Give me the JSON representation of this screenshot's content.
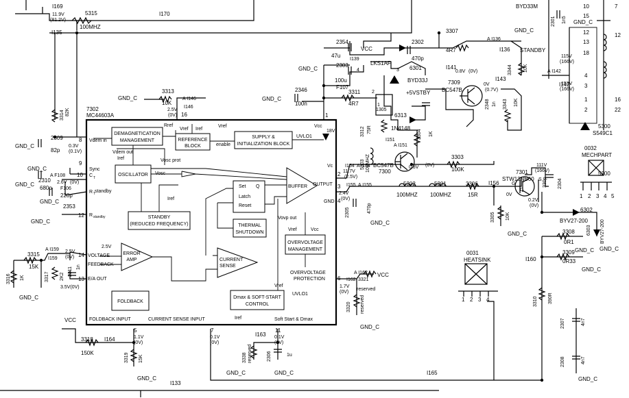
{
  "chip": {
    "ref": "7302",
    "part": "MC44603A",
    "pins": {
      "p1": "1",
      "p2": "2",
      "p3": "3",
      "p4": "4",
      "p5": "5",
      "p6": "6",
      "p7": "7",
      "p8": "8",
      "p9": "9",
      "p10": "10",
      "p11": "11",
      "p12": "12",
      "p13": "13",
      "p14": "14",
      "p16": "16"
    },
    "pin_labels": {
      "rref": "Rref",
      "vdem_in": "Vdem in",
      "sync": "Sync",
      "ct": "C",
      "ct_sub": "T",
      "rt": "R",
      "rt_sub": "T",
      "standby_in": "standby",
      "r_standby": "R",
      "r_standby_sub": "standby",
      "voltage_fb1": "VOLTAGE",
      "voltage_fb2": "FEEDBACK",
      "ea_out": "E/A OUT",
      "fb_input": "FOLDBACK INPUT",
      "cs_input": "CURRENT SENSE INPUT",
      "vcc": "Vcc",
      "vc": "Vc",
      "output": "OUTPUT",
      "gnd": "GND",
      "softstart": "Soft Start & Dmax",
      "v18": "18V"
    },
    "blocks": {
      "demag": [
        "DEMAGNETICATION",
        "MANAGEMENT"
      ],
      "ref": [
        "REFERENCE",
        "BLOCK"
      ],
      "supply": [
        "SUPPLY &",
        "INITIALIZATION BLOCK"
      ],
      "osc": "OSCILLATOR",
      "buffer": "BUFFER",
      "standby": [
        "STANDBY",
        "(REDUCED FREQUENCY)"
      ],
      "latch": [
        "Set",
        "Latch",
        "Reset"
      ],
      "thermal": [
        "THERMAL",
        "SHUTDOWN"
      ],
      "erramp": [
        "ERROR",
        "AMP"
      ],
      "cursense": [
        "CURRENT",
        "SENSE"
      ],
      "ovm": [
        "OVERVOLTAGE",
        "MANAGEMENT"
      ],
      "ovp": [
        "OVERVOLTAGE",
        "PROTECTION"
      ],
      "foldback": "FOLDBACK",
      "dmax": [
        "Dmax & SOFT-START",
        "CONTROL"
      ]
    },
    "internal": {
      "vref": "Vref",
      "iref": "Iref",
      "enable": "enable",
      "uvlo1": "UVLO1",
      "vdem_out": "Vdem out",
      "vosc_prot": "Vosc prot",
      "vosc": "Vosc",
      "v25": "2.5V",
      "vovp_out": "Vovp out",
      "vcc": "Vcc",
      "q": "Q",
      "s": "S"
    }
  },
  "labels": {
    "t169": "I169",
    "t170": "I170",
    "t135": "I135",
    "t136": "I136",
    "t139": "I139",
    "t141": "I141",
    "t142": "I142",
    "t143": "I143",
    "t146": "I146",
    "t151": "I151",
    "t154": "I154",
    "t155": "I155",
    "t156": "I156",
    "t159": "I159",
    "t160": "I160",
    "t162": "I162",
    "t163": "I163",
    "t164": "I164",
    "t165": "I165",
    "t133": "I133",
    "a146": "A I146",
    "a136": "A I136",
    "a142": "A I142",
    "a151": "A I151",
    "a154": "A I154",
    "a155": "A I155",
    "a159": "A I159",
    "a162": "A I162",
    "af108": "A F108",
    "f106": "F106",
    "f107": "F107",
    "c2309": "2309",
    "c2309v": "82p",
    "c2310": "2310",
    "c2310v": "680p",
    "c2353": "2353",
    "c2353v": "220p",
    "r3313": "3313",
    "r3313v": "10K",
    "r3314": "3314",
    "r3314v": "82K",
    "r5315": "5315",
    "r5315v": "100MHZ",
    "c2354": "2354",
    "c2354v": "47u",
    "c2303": "2303",
    "c2303v": "100u",
    "c2346": "2346",
    "c2346v": "100n",
    "r3311": "3311",
    "r3311v": "4R7",
    "r3307": "3307",
    "r3307v": "4R7",
    "c2302": "2302",
    "c2302v": "470p",
    "d6301": "6301",
    "d6301p": "BYD33J",
    "d6313": "6313",
    "d6313p": "1N4148",
    "lks1af": "LKS1AF",
    "relay1305": "1305",
    "r3312": "3312",
    "r3312v": "75R",
    "r5303": "5303",
    "r5303v": "100MHZ",
    "r3304": "3304",
    "r3304v": "1K",
    "r3303": "3303",
    "r3303v": "100K",
    "t7300": "7300",
    "t7300p": "BC547B",
    "t7309": "7309",
    "t7309p": "BC547B",
    "r3344": "3344",
    "r3344v": "10K",
    "r3343": "3343",
    "r3343v": "10K",
    "c2348": "2348",
    "c2348v": "1n",
    "l5302": "5302",
    "l5302v": "100MHZ",
    "l5301": "5301",
    "l5301v": "100MHZ",
    "r3306": "3306",
    "r3306v": "15R",
    "c2305": "2305",
    "c2305v": "470p",
    "r3305": "3305",
    "r3305v": "10K",
    "t7301": "7301",
    "t7301p": "STW13NB60",
    "c2304": "2304",
    "c2304v": "330p",
    "d6302": "6302",
    "d6302p": "BYV27-200",
    "d6303": "6303",
    "d6303p": "BYV27-200",
    "r3308": "3308",
    "r3308v": "0R1",
    "r3309": "3309",
    "r3309v": "0R33",
    "r3310": "3310",
    "r3310v": "390R",
    "c2307": "2307",
    "c2307v": "4n7",
    "c2308": "2308",
    "c2308v": "4n7",
    "mech": "0032",
    "mechp": "MECHPART",
    "heat": "0031",
    "heatp": "HEATSINK",
    "r3315": "3315",
    "r3315v": "15K",
    "r3316": "3316",
    "r3316v": "1K",
    "r3317": "3317",
    "r3317v": "2K2",
    "c2311": "2311",
    "c2311v": "1n",
    "r3320": "3320",
    "r3320v": "reserved",
    "r3321": "3321",
    "r3321v": "reserved",
    "r3318": "3318",
    "r3318v": "150K",
    "r3319": "3319",
    "r3319v": "15K",
    "r3338": "3338",
    "r3338v": "reserved",
    "c2306": "2306",
    "c2306v": "1u",
    "c2301": "2301",
    "c2301v": "1n5",
    "byd33m": "BYD33M",
    "t5300": "5300",
    "t5300p": "S549C1",
    "standby": "STANDBY",
    "v5stby": "+5VSTBY",
    "vcc": "VCC",
    "gnd": "GND_C"
  },
  "voltages": {
    "v119": "11.9V",
    "v812": "(81.2V)",
    "v25a": "2.5V",
    "v0a": "(0V)",
    "v03": "0.3V",
    "v01": "(0.1V)",
    "v26": "2.6V",
    "v0b": "(0V)",
    "v117": "11.7V",
    "v25b": "(2.5V)",
    "v24": "2.4V",
    "v0c": "(0V)",
    "v08": "0.8V",
    "v0d": "(0V)",
    "v08b": "0.8V",
    "v0e": "(0V)",
    "v0f": "0V",
    "v07": "(0.7V)",
    "v111": "111V",
    "v166a": "(166V)",
    "v115": "115V",
    "v166b": "(166V)",
    "v153": "153V",
    "v166c": "(166V)",
    "v0g": "0V",
    "v02": "0.2V",
    "v0h": "(0V)",
    "v25c": "2.5V",
    "v0i": "(0V)",
    "v35": "3.5V(0V)",
    "v17": "1.7V",
    "v0j": "(0V)",
    "v11": "1.1V",
    "v0k": "(0V)",
    "v01b": "0.1V",
    "v0l": "(0V)",
    "v01c": "0.1V",
    "v0m": "(0V)",
    "v0n": "0V"
  },
  "pins_misc": {
    "m1": "1",
    "m2": "2",
    "m3": "3",
    "m4": "4",
    "m5": "5",
    "h1": "1",
    "h2": "2",
    "h3": "3",
    "h4": "4",
    "x10": "10",
    "x15": "15",
    "x12": "12",
    "x13": "13",
    "x18": "18",
    "x4": "4",
    "x3": "3",
    "x1": "1",
    "x2": "2",
    "x22": "22",
    "x16": "16",
    "x7": "7",
    "x12b": "12",
    "g": "G",
    "d": "D",
    "s": "S",
    "r1": "1",
    "r2": "2",
    "r3": "3",
    "r4": "4"
  }
}
